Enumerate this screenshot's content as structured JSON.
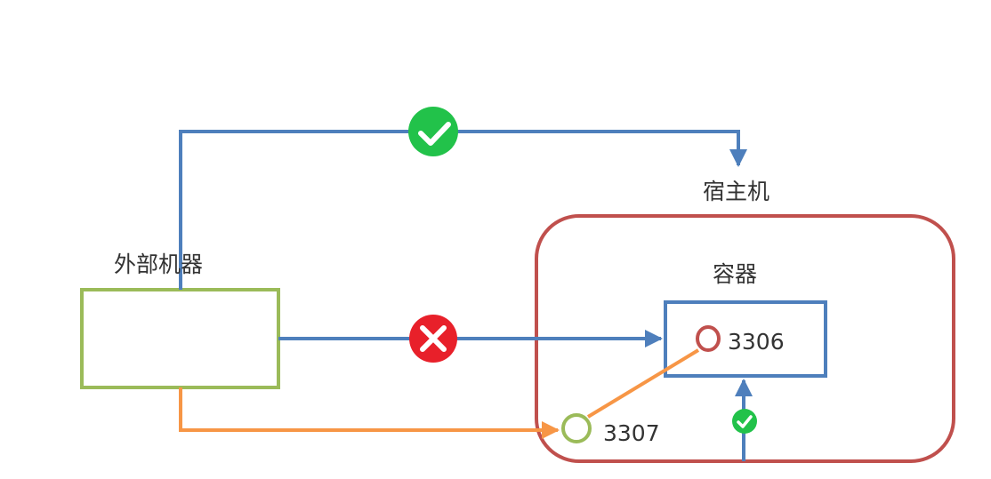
{
  "labels": {
    "external_machine": "外部机器",
    "host": "宿主机",
    "container": "容器",
    "container_port": "3306",
    "host_port": "3307"
  },
  "colors": {
    "blue": "#4e7fbc",
    "green_box": "#9bbb59",
    "red_box": "#c0504d",
    "orange": "#f79646",
    "ok": "#22c24a",
    "fail": "#e8202a"
  },
  "icons": {
    "ok": "check-circle-icon",
    "fail": "cross-circle-icon"
  }
}
